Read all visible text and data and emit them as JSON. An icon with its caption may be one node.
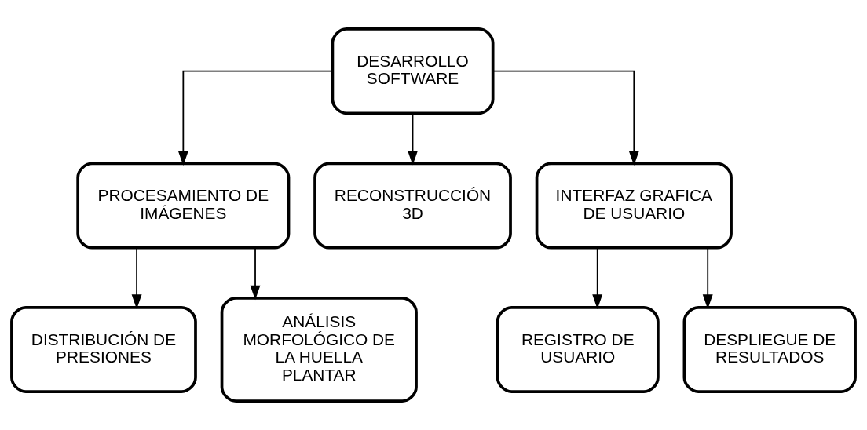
{
  "diagram": {
    "nodes": [
      {
        "text": [
          "DESARROLLO SOFTWARE"
        ]
      },
      {
        "text": [
          "PROCESAMIENTO DE IMÁGENES"
        ]
      },
      {
        "text": [
          "RECONSTRUCCIÓN 3D"
        ]
      },
      {
        "text": [
          "INTERFAZ GRAFICA DE USUARIO"
        ]
      },
      {
        "text": [
          "DISTRIBUCIÓN DE PRESIONES"
        ]
      },
      {
        "text": [
          "ANÁLISIS MORFOLÓGICO DE LA HUELLA PLANTAR"
        ]
      },
      {
        "text": [
          "REGISTRO DE USUARIO"
        ]
      },
      {
        "text": [
          "DESPLIEGUE DE RESULTADOS"
        ]
      }
    ],
    "edges": [
      {
        "from": 0,
        "to": 1,
        "arrow": "to"
      },
      {
        "from": 0,
        "to": 2,
        "arrow": "to"
      },
      {
        "from": 0,
        "to": 3,
        "arrow": "to"
      },
      {
        "from": 1,
        "to": 4,
        "arrow": "to"
      },
      {
        "from": 1,
        "to": 5,
        "arrow": "to"
      },
      {
        "from": 3,
        "to": 6,
        "arrow": "to"
      },
      {
        "from": 3,
        "to": 7,
        "arrow": "to"
      }
    ]
  }
}
